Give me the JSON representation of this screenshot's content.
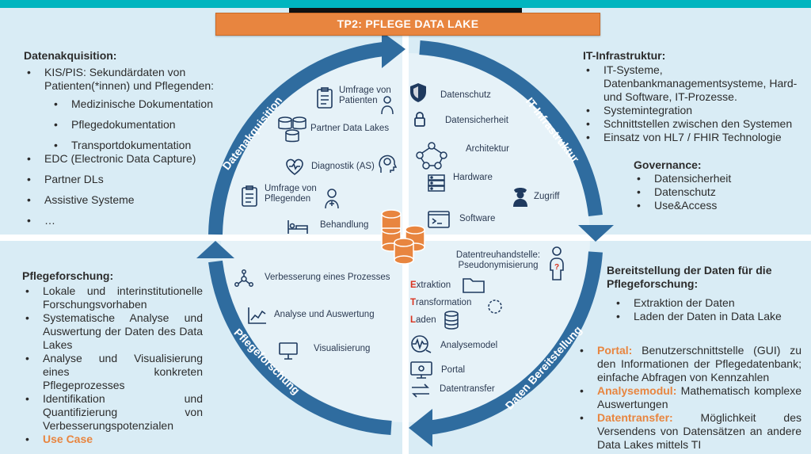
{
  "title": "TP2: PFLEGE DATA LAKE",
  "cycle_labels": {
    "tl": "Datenakquisition",
    "tr": "IT-Infrastruktur",
    "br": "Daten Bereitstellung",
    "bl": "Pflegeforschung"
  },
  "left_top": {
    "heading": "Datenakquisition:",
    "items": [
      "KIS/PIS: Sekundärdaten von Patienten(*innen) und Pflegenden:",
      "EDC (Electronic Data Capture)",
      "Partner DLs",
      "Assistive Systeme",
      "…"
    ],
    "subitems": [
      "Medizinische Dokumentation",
      "Pflegedokumentation",
      "Transportdokumentation"
    ]
  },
  "right_top": {
    "heading": "IT-Infrastruktur:",
    "items": [
      "IT-Systeme, Datenbankmanagementsysteme, Hard- und Software,  IT-Prozesse.",
      "Systemintegration",
      "Schnittstellen zwischen den Systemen",
      "Einsatz von HL7 / FHIR Technologie"
    ],
    "governance_heading": "Governance:",
    "governance_items": [
      "Datensicherheit",
      "Datenschutz",
      "Use&Access"
    ]
  },
  "left_bottom": {
    "heading": "Pflegeforschung:",
    "items": [
      "Lokale und interinstitutionelle Forschungsvorhaben",
      "Systematische Analyse und Auswertung der Daten des Data Lakes",
      "Analyse und Visualisierung eines konkreten Pflegeprozesses",
      "Identifikation und Quantifizierung von Verbesserungspotenzialen"
    ],
    "use_case": "Use Case"
  },
  "right_bottom": {
    "heading": "Bereitstellung der Daten für die Pflegeforschung:",
    "items": [
      "Extraktion der Daten",
      "Laden der Daten in Data Lake"
    ],
    "portal_label": "Portal:",
    "portal_text": "Benutzerschnittstelle (GUI) zu den Informationen der Pflegedatenbank; einfache Abfragen von Kennzahlen",
    "analyse_label": "Analysemodul:",
    "analyse_text": "Mathematisch komplexe Auswertungen",
    "transfer_label": "Datentransfer:",
    "transfer_text": "Möglichkeit des Versendens von Datensätzen an andere Data Lakes mittels TI"
  },
  "circle_tl": [
    "Umfrage von Patienten",
    "Partner Data Lakes",
    "Diagnostik (AS)",
    "Umfrage von Pflegenden",
    "Behandlung"
  ],
  "circle_tr": [
    "Datenschutz",
    "Datensicherheit",
    "Architektur",
    "Hardware",
    "Zugriff",
    "Software"
  ],
  "circle_br": {
    "treuhand": "Datentreuhandstelle: Pseudonymisierung",
    "etl": [
      {
        "letter": "E",
        "rest": "xtraktion"
      },
      {
        "letter": "T",
        "rest": "ransformation"
      },
      {
        "letter": "L",
        "rest": "aden"
      }
    ],
    "others": [
      "Analysemodel",
      "Portal",
      "Datentransfer"
    ]
  },
  "circle_bl": [
    "Verbesserung eines Prozesses",
    "Analyse und Auswertung",
    "Visualisierung"
  ],
  "colors": {
    "quadrant_bg": "#d9ecf5",
    "circle_fill": "#e6f2f8",
    "ring": "#2f6c9f",
    "accent": "#e8853f",
    "top_bar": "#00b5bf"
  }
}
